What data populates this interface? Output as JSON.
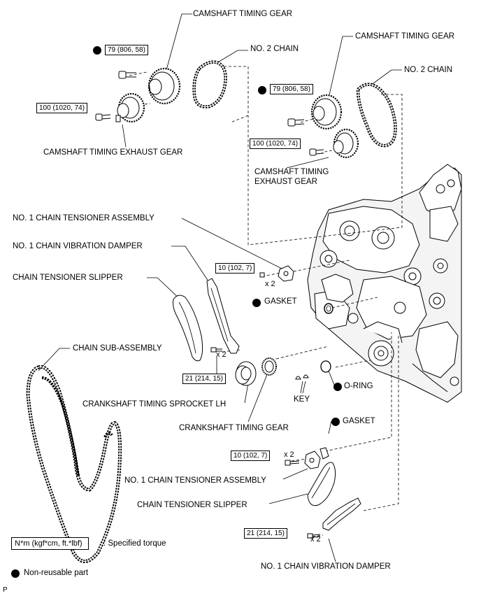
{
  "labels": {
    "cam_gear_1": "CAMSHAFT TIMING GEAR",
    "no2_chain_1": "NO. 2 CHAIN",
    "cam_gear_2": "CAMSHAFT TIMING GEAR",
    "no2_chain_2": "NO. 2 CHAIN",
    "cam_exhaust_1": "CAMSHAFT TIMING EXHAUST GEAR",
    "cam_exhaust_2a": "CAMSHAFT TIMING",
    "cam_exhaust_2b": "EXHAUST GEAR",
    "tensioner_1": "NO. 1 CHAIN TENSIONER ASSEMBLY",
    "damper_1": "NO. 1 CHAIN VIBRATION DAMPER",
    "slipper_1": "CHAIN TENSIONER SLIPPER",
    "gasket_1": "GASKET",
    "chain_sub": "CHAIN SUB-ASSEMBLY",
    "o_ring": "O-RING",
    "key": "KEY",
    "sprocket": "CRANKSHAFT TIMING SPROCKET LH",
    "crank_gear": "CRANKSHAFT TIMING GEAR",
    "gasket_2": "GASKET",
    "tensioner_2": "NO. 1 CHAIN TENSIONER ASSEMBLY",
    "slipper_2": "CHAIN TENSIONER SLIPPER",
    "damper_2": "NO. 1 CHAIN VIBRATION DAMPER"
  },
  "torques": {
    "t79_a": "79 (806, 58)",
    "t100_a": "100 (1020, 74)",
    "t79_b": "79 (806, 58)",
    "t100_b": "100 (1020, 74)",
    "t10_a": "10 (102, 7)",
    "t21_a": "21 (214, 15)",
    "t10_b": "10 (102, 7)",
    "t21_b": "21 (214, 15)"
  },
  "multipliers": {
    "m1": "x 2",
    "m2": "x 2",
    "m3": "x 2",
    "m4": "x 2"
  },
  "legend": {
    "torque_units": "N*m (kgf*cm, ft.*lbf)",
    "torque_desc": ": Specified torque",
    "nonreusable": "Non-reusable part"
  },
  "footer_mark": "P"
}
